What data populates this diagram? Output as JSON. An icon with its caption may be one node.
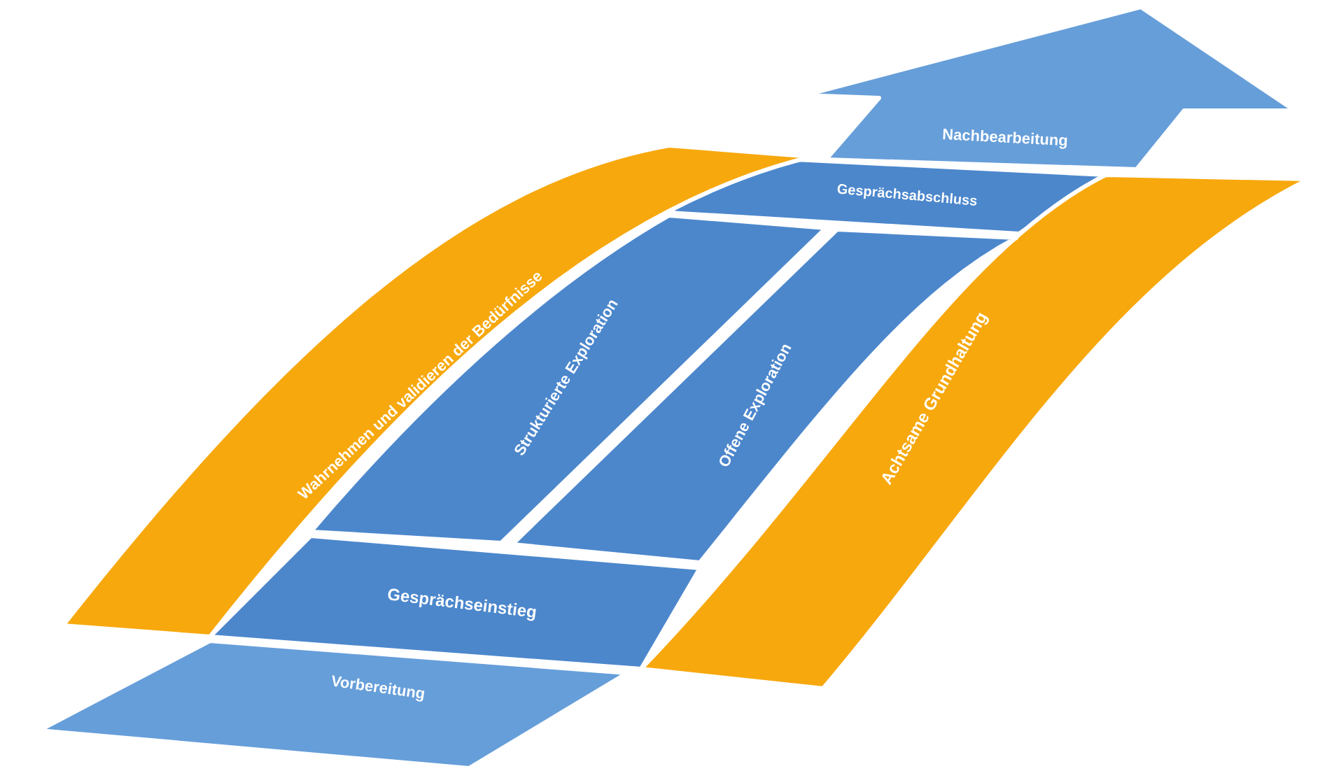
{
  "diagram": {
    "nodes": [
      {
        "text": [
          "Nachbearbeitung"
        ]
      },
      {
        "text": [
          "Gesprächsabschluss"
        ]
      },
      {
        "text": [
          "Wahrnehmen und validieren der Bedürfnisse"
        ]
      },
      {
        "text": [
          "Achtsame Grundhaltung"
        ]
      },
      {
        "text": [
          "Strukturierte Exploration"
        ]
      },
      {
        "text": [
          "Offene Exploration"
        ]
      },
      {
        "text": [
          "Gesprächseinstieg"
        ]
      },
      {
        "text": [
          "Vorbereitung"
        ]
      }
    ]
  }
}
